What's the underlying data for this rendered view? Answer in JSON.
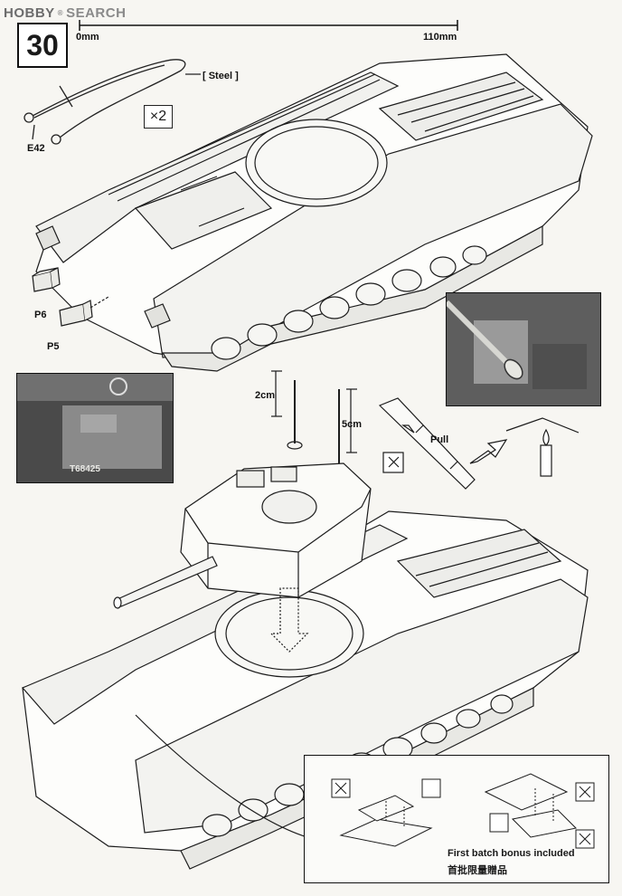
{
  "header": {
    "brand": "HOBBY",
    "brand_mark": "®",
    "brand_suffix": "SEARCH",
    "step_number": "30"
  },
  "ruler": {
    "start_label": "0mm",
    "end_label": "110mm"
  },
  "wire": {
    "material_label": "[ Steel ]",
    "part_label": "E42",
    "quantity": "2"
  },
  "parts": {
    "p6": "P6",
    "p5": "P5"
  },
  "antenna": {
    "short_length": "2cm",
    "long_length": "5cm",
    "pull_label": "Pull"
  },
  "bonus": {
    "english": "First batch bonus included",
    "chinese": "首批限量贈品"
  },
  "photo_inset": {
    "hull_marking": "T68425"
  },
  "colors": {
    "ink": "#1a1a1a",
    "paper": "#f7f6f2",
    "photo_dark": "#4d4d4d",
    "photo_mid": "#7c7c7c"
  }
}
